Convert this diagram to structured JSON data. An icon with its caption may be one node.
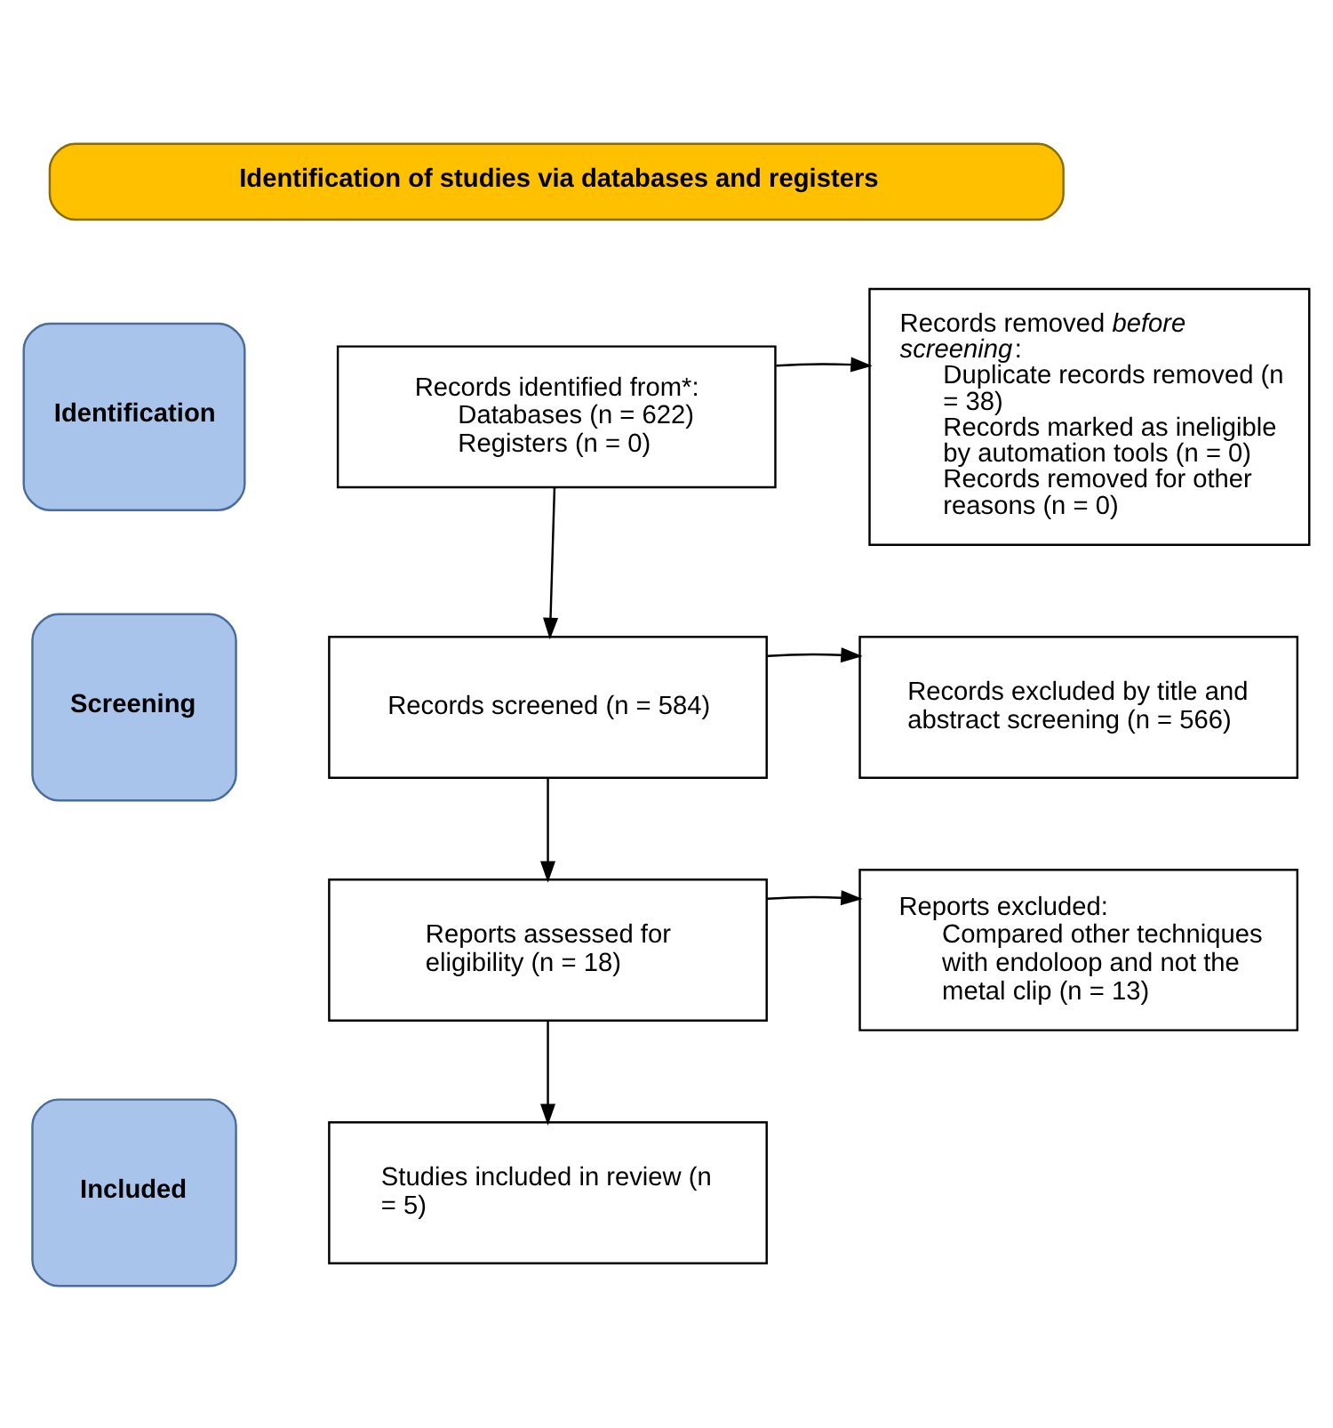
{
  "diagram": {
    "nodes": [
      {
        "text": [
          "Identification of studies via databases and registers"
        ]
      },
      {
        "text": [
          "Identification"
        ]
      },
      {
        "text": [
          "Records identified from*:",
          "Databases (n = 622)",
          "Registers (n = 0)"
        ]
      },
      {
        "text": [
          "Records removed *before screening*:",
          "Duplicate records removed (n = 38)",
          "Records marked as ineligible by automation tools (n = 0)",
          "Records removed for other reasons (n = 0)"
        ]
      },
      {
        "text": [
          "Screening"
        ]
      },
      {
        "text": [
          "Records screened (n = 584)"
        ]
      },
      {
        "text": [
          "Records excluded by title and abstract screening (n = 566)"
        ]
      },
      {
        "text": [
          "Reports assessed for eligibility (n = 18)"
        ]
      },
      {
        "text": [
          "Reports excluded:",
          "Compared other techniques with endoloop and not the metal clip (n = 13)"
        ]
      },
      {
        "text": [
          "Included"
        ]
      },
      {
        "text": [
          "Studies included in review (n = 5)"
        ]
      }
    ],
    "edges": [
      {
        "from": 2,
        "to": 3,
        "arrow": "to"
      },
      {
        "from": 2,
        "to": 5,
        "arrow": "to"
      },
      {
        "from": 5,
        "to": 6,
        "arrow": "to"
      },
      {
        "from": 5,
        "to": 7,
        "arrow": "to"
      },
      {
        "from": 7,
        "to": 8,
        "arrow": "to"
      },
      {
        "from": 7,
        "to": 10,
        "arrow": "to"
      }
    ]
  }
}
